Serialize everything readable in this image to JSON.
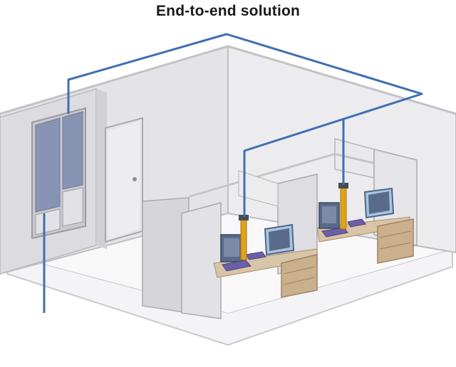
{
  "title": "End-to-end solution",
  "colors": {
    "cable": "#3f6fb3",
    "rack_panel": "#8794b4",
    "wall": "#e9e9eb",
    "wall_shadow": "#d4d4d8",
    "floor": "#f6f6f7",
    "desk": "#d8c4a6",
    "cabinet": "#cbb08d",
    "monitor_screen": "#5a6a8a",
    "keyboard": "#6c5fa8",
    "pole": "#e0a21a"
  },
  "scene": {
    "workstations": [
      {
        "id": "workstation-left"
      },
      {
        "id": "workstation-right"
      }
    ]
  }
}
